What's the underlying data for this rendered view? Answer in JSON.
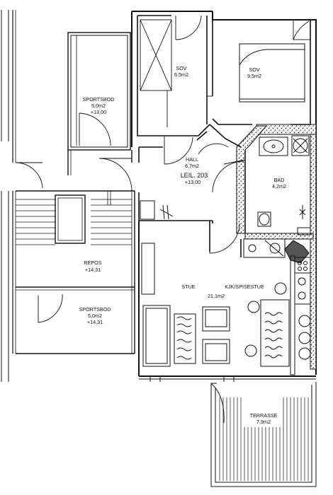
{
  "rooms": {
    "sov1": {
      "name": "SOV",
      "area": "6,5m2"
    },
    "sov2": {
      "name": "SOV",
      "area": "9,5m2"
    },
    "sportsbod_top": {
      "name": "SPORTSBOD",
      "area": "5,0m2",
      "level": "+13,00"
    },
    "hall": {
      "name": "HALL",
      "area": "6,7m2"
    },
    "unit": {
      "name": "LEIL. 203",
      "level": "+13,00"
    },
    "bad": {
      "name": "BAD",
      "area": "4,2m2"
    },
    "repos": {
      "name": "REPOS",
      "level": "+14,31"
    },
    "sportsbod_bottom": {
      "name": "SPORTSBOD",
      "area": "5,0m2",
      "level": "+14,31"
    },
    "stue": {
      "name": "STUE"
    },
    "kjk": {
      "name": "KJK/SPISESTUE",
      "area": "21,1m2"
    },
    "terrasse": {
      "name": "TERRASSE",
      "area": "7,9m2"
    }
  }
}
